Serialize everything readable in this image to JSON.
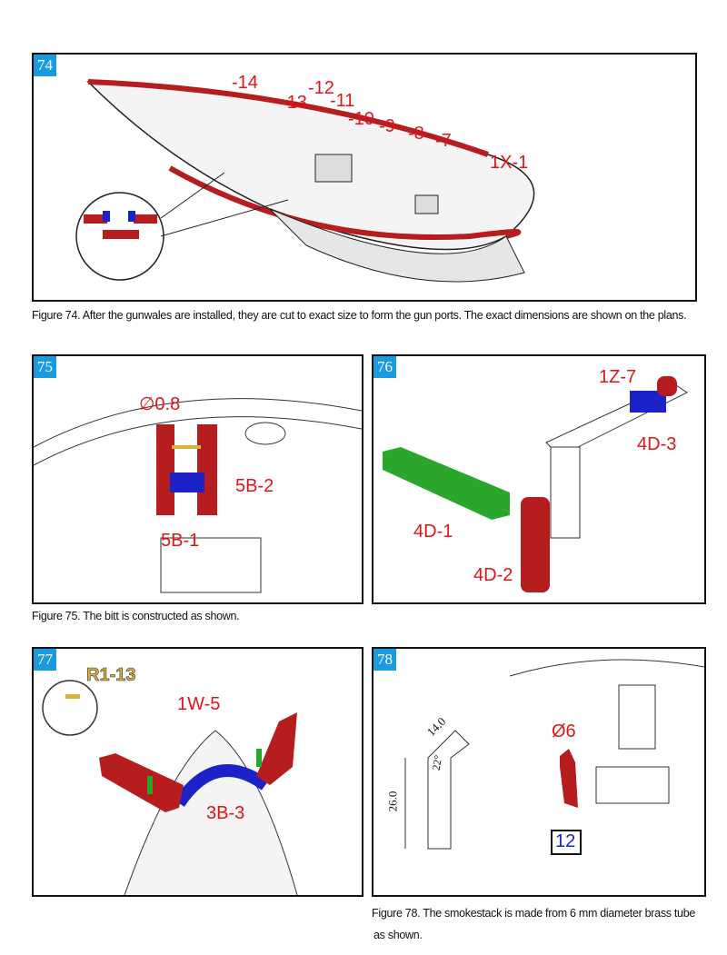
{
  "figures": [
    {
      "number": "74",
      "labels": [
        "-14",
        "-13",
        "-12",
        "-11",
        "-10",
        "-9",
        "-8",
        "-7",
        "1X-1"
      ],
      "caption": "Figure 74. After the gunwales are installed, they are cut to exact size to form the gun ports.  The exact dimensions are shown on the plans."
    },
    {
      "number": "75",
      "labels": [
        "∅0.8",
        "5B-2",
        "5B-1"
      ],
      "caption": "Figure 75. The bitt is constructed as shown."
    },
    {
      "number": "76",
      "labels": [
        "1Z-7",
        "4D-3",
        "4D-1",
        "4D-2"
      ]
    },
    {
      "number": "77",
      "labels": [
        "R1-13",
        "1W-5",
        "3B-3"
      ]
    },
    {
      "number": "78",
      "labels": [
        "Ø6",
        "12",
        "14.0",
        "22°",
        "26.0"
      ],
      "caption_line1": "Figure 78. The smokestack is made from 6 mm diameter brass tube",
      "caption_line2": "as shown."
    }
  ],
  "colors": {
    "part_red": "#b51d1f",
    "part_blue": "#1a22c8",
    "part_green": "#2aa62a",
    "label_red": "#e0141a",
    "badge_blue": "#1a9be0"
  }
}
